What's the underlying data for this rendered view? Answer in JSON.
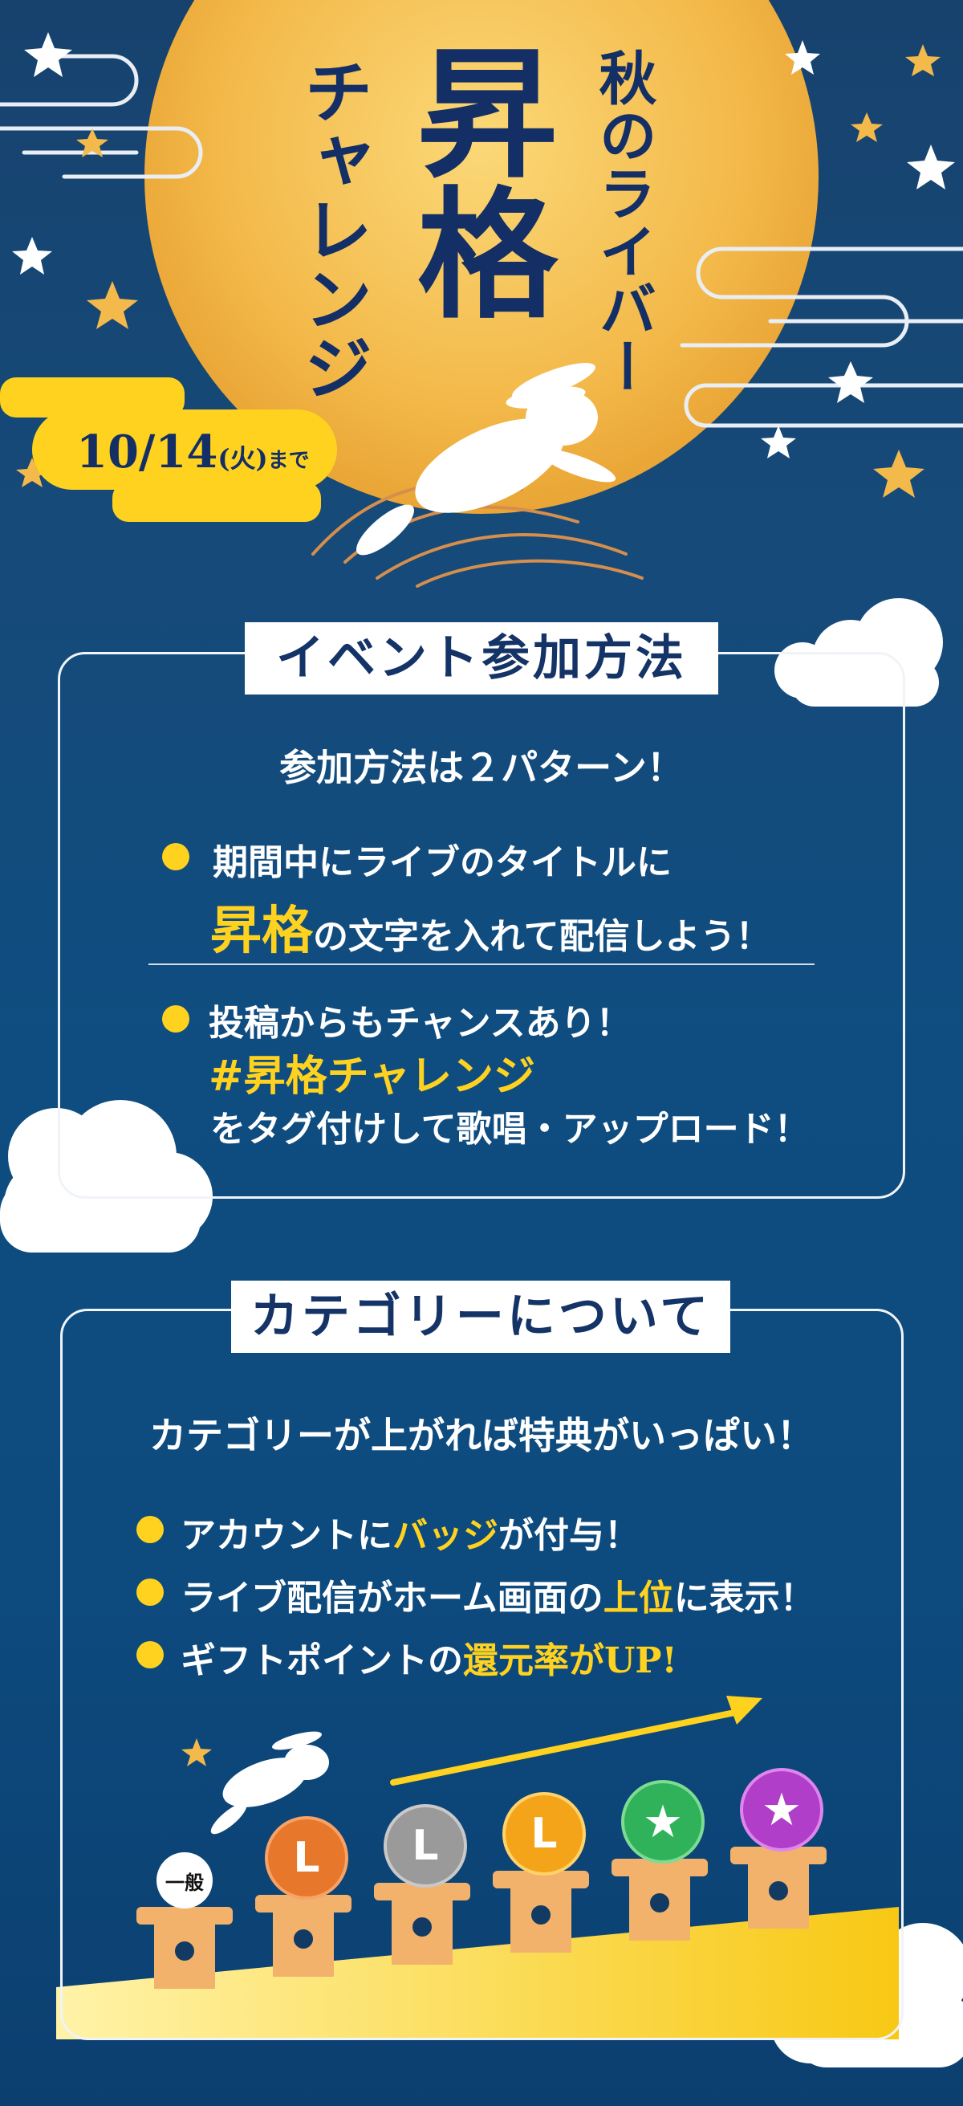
{
  "hero": {
    "title_small": "秋のライバー",
    "title_big": "昇格",
    "title_sub": "チャレンジ",
    "date_main": "10/14",
    "date_day": "(火)",
    "date_suffix": "まで"
  },
  "section_event": {
    "title": "イベント参加方法",
    "lead": "参加方法は２パターン！",
    "item1_line1": "期間中にライブのタイトルに",
    "item1_highlight": "昇格",
    "item1_line2": "の文字を入れて配信しよう！",
    "item2_line1": "投稿からもチャンスあり！",
    "item2_hashtag": "#昇格チャレンジ",
    "item2_line3": "をタグ付けして歌唱・アップロード！"
  },
  "section_category": {
    "title": "カテゴリーについて",
    "lead": "カテゴリーが上がれば特典がいっぱい！",
    "b1_pre": "アカウントに",
    "b1_hl": "バッジ",
    "b1_post": "が付与！",
    "b2_pre": "ライブ配信がホーム画面の",
    "b2_hl": "上位",
    "b2_post": "に表示！",
    "b3_pre": "ギフトポイントの",
    "b3_hl": "還元率がUP!",
    "levels": [
      "一般",
      "L",
      "L",
      "L",
      "★",
      "★"
    ]
  },
  "colors": {
    "background": "#0f4d80",
    "accent_yellow": "#ffd21f",
    "title_navy": "#142f66",
    "moon": "#f3b94a",
    "level_orange": "#e7772a",
    "level_gray": "#9a9a9a",
    "level_gold": "#f4a419",
    "level_green": "#2fb25a",
    "level_purple": "#b03ec8"
  }
}
